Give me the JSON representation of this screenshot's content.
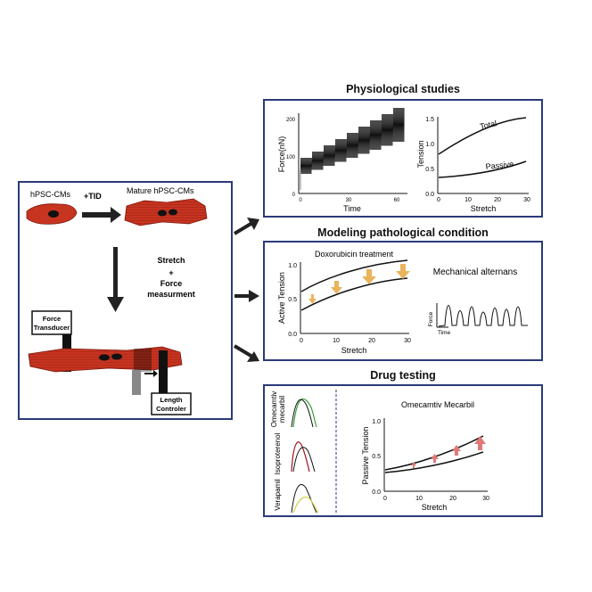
{
  "left_panel": {
    "hpsc_label": "hPSC-CMs",
    "tid_label": "+TID",
    "mature_label": "Mature hPSC-CMs",
    "stretch_label": "Stretch",
    "plus_label": "+",
    "force_label": "Force",
    "measurement_label": "measurment",
    "force_transducer_line1": "Force",
    "force_transducer_line2": "Transducer",
    "length_controller_line1": "Length",
    "length_controller_line2": "Controler"
  },
  "physiological": {
    "title": "Physiological studies",
    "force_chart": {
      "ylabel": "Force(nN)",
      "xlabel": "Time",
      "yticks": [
        "0",
        "100",
        "200"
      ],
      "xticks": [
        "0",
        "30",
        "60"
      ]
    },
    "tension_chart": {
      "ylabel": "Tension",
      "xlabel": "Stretch",
      "yticks": [
        "0.0",
        "0.5",
        "1.0",
        "1.5"
      ],
      "xticks": [
        "0",
        "10",
        "20",
        "30"
      ],
      "series_total": "Total",
      "series_passive": "Passive"
    }
  },
  "pathological": {
    "title": "Modeling pathological condition",
    "chart": {
      "title": "Doxorubicin treatment",
      "ylabel": "Active Tension",
      "xlabel": "Stretch",
      "yticks": [
        "0.0",
        "0.5",
        "1.0"
      ],
      "xticks": [
        "0",
        "10",
        "20",
        "30"
      ]
    },
    "alternans_title": "Mechanical alternans",
    "alternans_ylabel": "Force",
    "alternans_xlabel": "Time"
  },
  "drug": {
    "title": "Drug testing",
    "drug1_line1": "Omecamtiv",
    "drug1_line2": "mecarbil",
    "drug2": "Isoproterenol",
    "drug3": "Verapamil",
    "chart": {
      "title": "Omecamtiv Mecarbil",
      "ylabel": "Passive Tension",
      "xlabel": "Stretch",
      "yticks": [
        "0.0",
        "0.5",
        "1.0"
      ],
      "xticks": [
        "0",
        "10",
        "20",
        "30"
      ]
    }
  },
  "colors": {
    "panel_border": "#2b3a7a",
    "cell_red": "#c73420",
    "arrow_orange": "#eab45e",
    "arrow_red": "#e07a78",
    "trace_green": "#3aa038",
    "trace_red": "#a0141e",
    "trace_yellow": "#cfd24a"
  }
}
